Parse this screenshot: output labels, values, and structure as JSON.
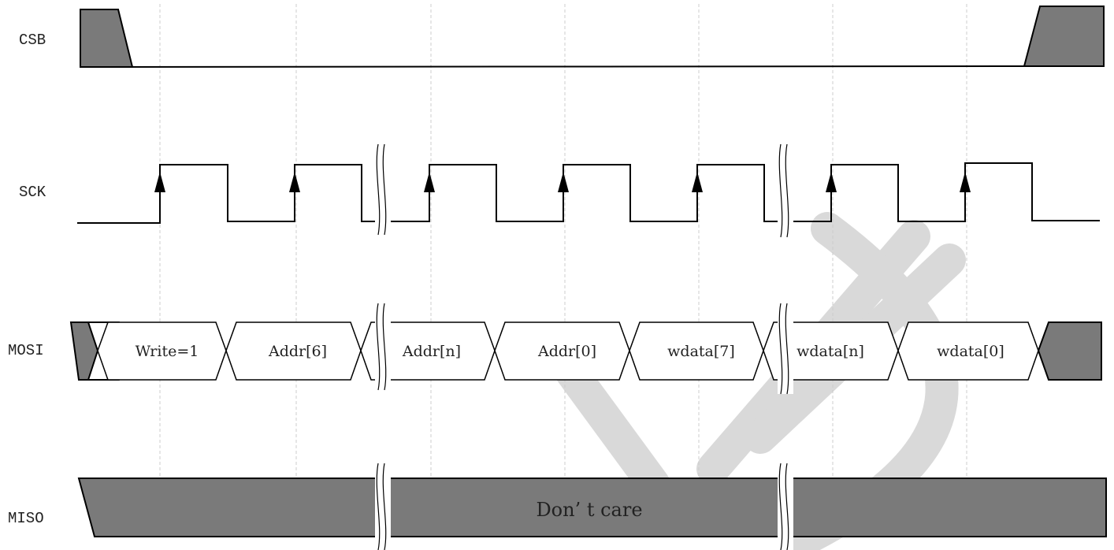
{
  "signals": {
    "csb": "CSB",
    "sck": "SCK",
    "mosi": "MOSI",
    "miso": "MISO"
  },
  "mosi_fields": [
    "Write=1",
    "Addr[6]",
    "Addr[n]",
    "Addr[0]",
    "wdata[7]",
    "wdata[n]",
    "wdata[0]"
  ],
  "miso_text": "Don’ t care",
  "colors": {
    "line": "#000000",
    "fill": "#7a7a7a",
    "grid": "#cccccc",
    "watermark": "#d9d9d9"
  }
}
